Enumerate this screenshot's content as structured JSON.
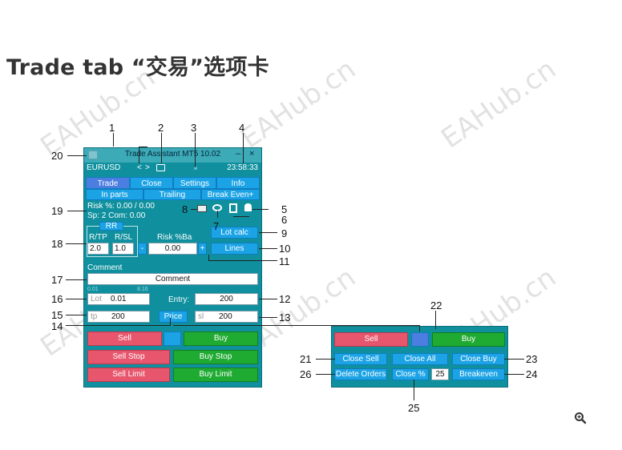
{
  "page_title": "Trade tab “交易”选项卡",
  "watermark": "EAHub.cn",
  "window": {
    "title": "Trade Assistant MT5 10.02",
    "minimize_label": "–",
    "close_label": "×",
    "symbol": "EURUSD",
    "prev_label": "<",
    "next_label": ">",
    "clock": "23:58:33"
  },
  "tabs": [
    {
      "label": "Trade",
      "active": true
    },
    {
      "label": "Close",
      "active": false
    },
    {
      "label": "Settings",
      "active": false
    },
    {
      "label": "Info",
      "active": false
    }
  ],
  "subtabs": [
    "In parts",
    "Trailing",
    "Break Even+"
  ],
  "stats": {
    "risk": "Risk %: 0.00 /  0.00",
    "spread": "Sp: 2  Com: 0.00"
  },
  "rr": {
    "label": "RR",
    "rtp_label": "R/TP",
    "rsl_label": "R/SL",
    "rtp_value": "2.0",
    "rsl_value": "1.0"
  },
  "risk": {
    "label": "Risk %Ba",
    "value": "0.00",
    "minus": "-",
    "plus": "+"
  },
  "buttons": {
    "lot_calc": "Lot calc",
    "lines": "Lines",
    "price": "Price",
    "sell": "Sell",
    "buy": "Buy",
    "sell_stop": "Sell Stop",
    "buy_stop": "Buy Stop",
    "sell_limit": "Sell Limit",
    "buy_limit": "Buy Limit"
  },
  "comment": {
    "label": "Comment",
    "value": "Comment"
  },
  "lot": {
    "min": "0.01",
    "max": "8.16",
    "placeholder": "Lot",
    "value": "0.01"
  },
  "entry": {
    "label": "Entry:",
    "value": "200"
  },
  "tp": {
    "placeholder": "tp",
    "value": "200"
  },
  "sl": {
    "placeholder": "sl",
    "value": "200"
  },
  "panel2": {
    "sell": "Sell",
    "buy": "Buy",
    "close_sell": "Close Sell",
    "close_all": "Close All",
    "close_buy": "Close Buy",
    "delete_orders": "Delete Orders",
    "close_pct": "Close %",
    "close_pct_value": "25",
    "breakeven": "Breakeven"
  },
  "callouts": [
    "1",
    "2",
    "3",
    "4",
    "5",
    "6",
    "7",
    "8",
    "9",
    "10",
    "11",
    "12",
    "13",
    "14",
    "15",
    "16",
    "17",
    "18",
    "19",
    "20",
    "21",
    "22",
    "23",
    "24",
    "25",
    "26"
  ],
  "colors": {
    "panel": "#10909e",
    "button": "#1ba3e6",
    "sell": "#e8566e",
    "buy": "#1faa32",
    "active_tab": "#4c7de0"
  }
}
